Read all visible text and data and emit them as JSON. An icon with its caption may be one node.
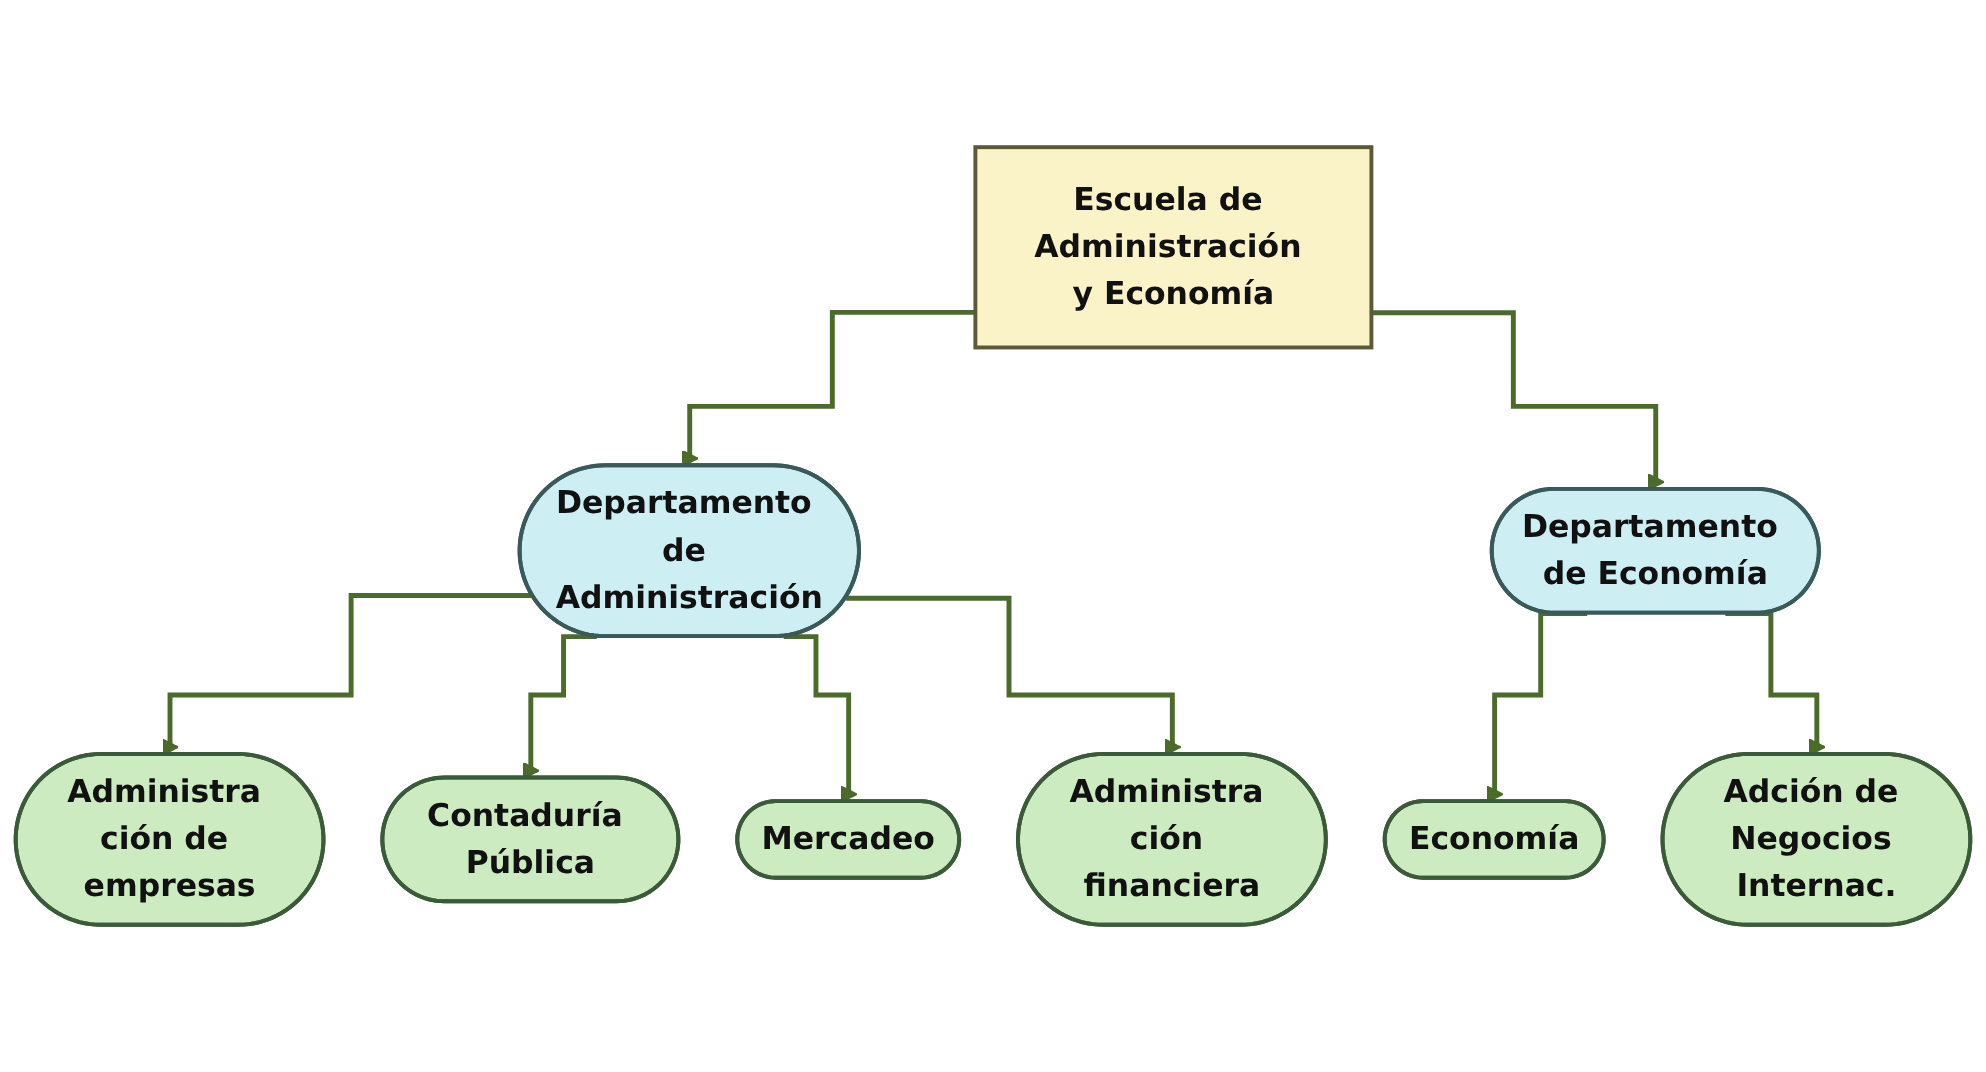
{
  "diagram": {
    "nodes": [
      {
        "text": [
          "Escuela de Administración y Economía"
        ]
      },
      {
        "text": [
          "Departamento de Administración"
        ]
      },
      {
        "text": [
          "Administra ción de empresas"
        ]
      },
      {
        "text": [
          "Contaduría Pública"
        ]
      },
      {
        "text": [
          "Mercadeo"
        ]
      },
      {
        "text": [
          "Administra ción financiera"
        ]
      },
      {
        "text": [
          "Departamento de Economía"
        ]
      },
      {
        "text": [
          "Economía"
        ]
      },
      {
        "text": [
          "Adción de Negocios Internac."
        ]
      }
    ],
    "edges": [
      {
        "from": 0,
        "to": 1,
        "arrow": "to"
      },
      {
        "from": 0,
        "to": 6,
        "arrow": "to"
      },
      {
        "from": 1,
        "to": 2,
        "arrow": "to"
      },
      {
        "from": 1,
        "to": 3,
        "arrow": "to"
      },
      {
        "from": 1,
        "to": 4,
        "arrow": "to"
      },
      {
        "from": 1,
        "to": 5,
        "arrow": "to"
      },
      {
        "from": 6,
        "to": 7,
        "arrow": "to"
      },
      {
        "from": 6,
        "to": 8,
        "arrow": "to"
      }
    ]
  }
}
